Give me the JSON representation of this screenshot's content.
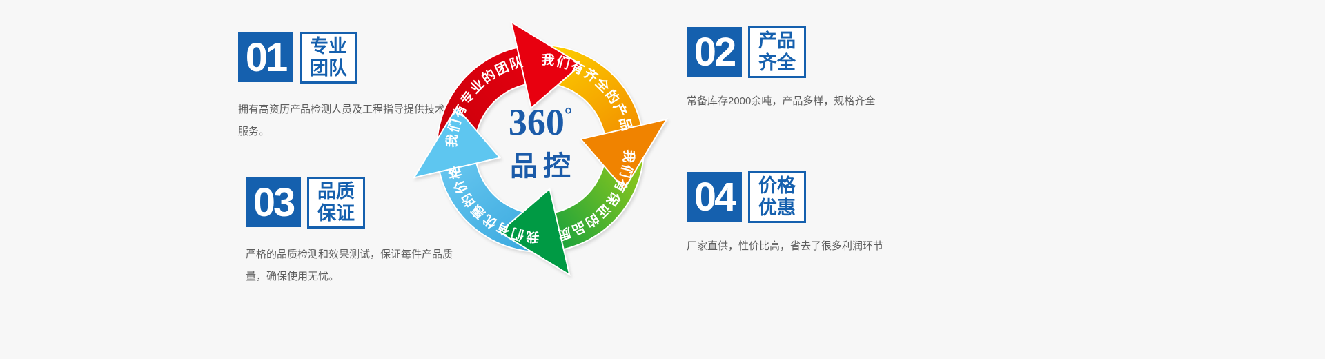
{
  "page": {
    "background": "#f7f7f7",
    "accent_blue": "#1560ae"
  },
  "center": {
    "number": "360",
    "degree": "°",
    "label": "品控",
    "color": "#1b5ba9"
  },
  "wheel": {
    "segments": [
      {
        "name": "team",
        "label": "我们有专业的团队",
        "color": "#e8000f"
      },
      {
        "name": "products",
        "label": "我们有齐全的产品",
        "color_from": "#fed800",
        "color_to": "#f08300"
      },
      {
        "name": "quality",
        "label": "我们有保证的品质",
        "color_from": "#a8cf15",
        "color_to": "#009a44"
      },
      {
        "name": "price",
        "label": "我们有优惠的价格",
        "color_from": "#35a5dc",
        "color_to": "#6fccf3"
      }
    ]
  },
  "features": [
    {
      "number": "01",
      "title_line1": "专业",
      "title_line2": "团队",
      "description": "拥有高资历产品检测人员及工程指导提供技术服务。"
    },
    {
      "number": "02",
      "title_line1": "产品",
      "title_line2": "齐全",
      "description": "常备库存2000余吨，产品多样，规格齐全"
    },
    {
      "number": "03",
      "title_line1": "品质",
      "title_line2": "保证",
      "description": "严格的品质检测和效果测试，保证每件产品质量，确保使用无忧。"
    },
    {
      "number": "04",
      "title_line1": "价格",
      "title_line2": "优惠",
      "description": "厂家直供，性价比高，省去了很多利润环节"
    }
  ]
}
